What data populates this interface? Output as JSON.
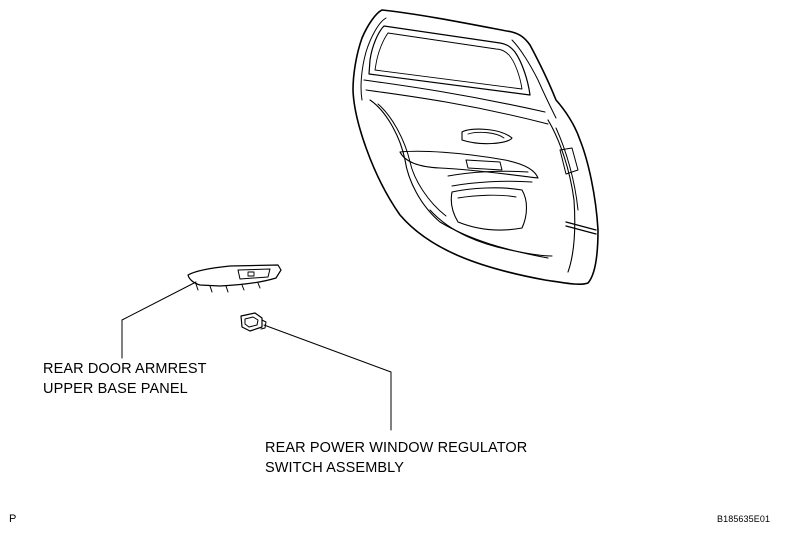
{
  "labels": {
    "armrest_line1": "REAR DOOR ARMREST",
    "armrest_line2": "UPPER BASE PANEL",
    "switch_line1": "REAR POWER WINDOW REGULATOR",
    "switch_line2": "SWITCH ASSEMBLY"
  },
  "footer": {
    "view_letter": "P",
    "figure_code": "B185635E01"
  },
  "colors": {
    "line": "#000000",
    "background": "#ffffff"
  }
}
